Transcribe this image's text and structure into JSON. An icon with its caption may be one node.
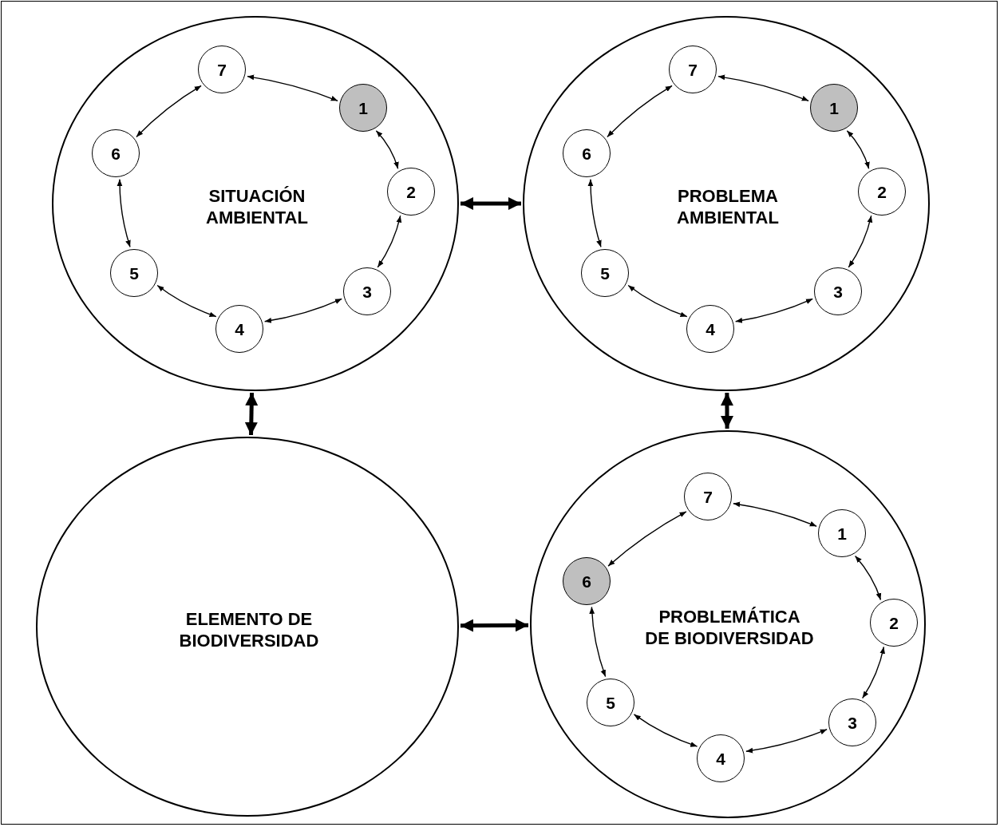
{
  "diagram": {
    "nodes": [
      {
        "text": [
          "SITUACIÓN AMBIENTAL"
        ]
      },
      {
        "text": [
          "1"
        ],
        "in": 0
      },
      {
        "text": [
          "2"
        ],
        "in": 0
      },
      {
        "text": [
          "3"
        ],
        "in": 0
      },
      {
        "text": [
          "4"
        ],
        "in": 0
      },
      {
        "text": [
          "5"
        ],
        "in": 0
      },
      {
        "text": [
          "6"
        ],
        "in": 0
      },
      {
        "text": [
          "7"
        ],
        "in": 0
      },
      {
        "text": [
          "PROBLEMA AMBIENTAL"
        ]
      },
      {
        "text": [
          "1"
        ],
        "in": 8
      },
      {
        "text": [
          "2"
        ],
        "in": 8
      },
      {
        "text": [
          "3"
        ],
        "in": 8
      },
      {
        "text": [
          "4"
        ],
        "in": 8
      },
      {
        "text": [
          "5"
        ],
        "in": 8
      },
      {
        "text": [
          "6"
        ],
        "in": 8
      },
      {
        "text": [
          "7"
        ],
        "in": 8
      },
      {
        "text": [
          "ELEMENTO DE BIODIVERSIDAD"
        ]
      },
      {
        "text": [
          "PROBLEMÁTICA DE BIODIVERSIDAD"
        ]
      },
      {
        "text": [
          "1"
        ],
        "in": 17
      },
      {
        "text": [
          "2"
        ],
        "in": 17
      },
      {
        "text": [
          "3"
        ],
        "in": 17
      },
      {
        "text": [
          "4"
        ],
        "in": 17
      },
      {
        "text": [
          "5"
        ],
        "in": 17
      },
      {
        "text": [
          "6"
        ],
        "in": 17
      },
      {
        "text": [
          "7"
        ],
        "in": 17
      }
    ],
    "edges": [
      {
        "from": 7,
        "to": 1,
        "arrow": "both"
      },
      {
        "from": 1,
        "to": 2,
        "arrow": "both"
      },
      {
        "from": 2,
        "to": 3,
        "arrow": "both"
      },
      {
        "from": 3,
        "to": 4,
        "arrow": "both"
      },
      {
        "from": 4,
        "to": 5,
        "arrow": "both"
      },
      {
        "from": 5,
        "to": 6,
        "arrow": "both"
      },
      {
        "from": 6,
        "to": 7,
        "arrow": "both"
      },
      {
        "from": 15,
        "to": 9,
        "arrow": "both"
      },
      {
        "from": 9,
        "to": 10,
        "arrow": "both"
      },
      {
        "from": 10,
        "to": 11,
        "arrow": "both"
      },
      {
        "from": 11,
        "to": 12,
        "arrow": "both"
      },
      {
        "from": 12,
        "to": 13,
        "arrow": "both"
      },
      {
        "from": 13,
        "to": 14,
        "arrow": "both"
      },
      {
        "from": 14,
        "to": 15,
        "arrow": "both"
      },
      {
        "from": 24,
        "to": 18,
        "arrow": "both"
      },
      {
        "from": 18,
        "to": 19,
        "arrow": "both"
      },
      {
        "from": 19,
        "to": 20,
        "arrow": "both"
      },
      {
        "from": 20,
        "to": 21,
        "arrow": "both"
      },
      {
        "from": 21,
        "to": 22,
        "arrow": "both"
      },
      {
        "from": 22,
        "to": 23,
        "arrow": "both"
      },
      {
        "from": 23,
        "to": 24,
        "arrow": "both"
      },
      {
        "from": 0,
        "to": 8,
        "arrow": "both",
        "style": "thick"
      },
      {
        "from": 0,
        "to": 16,
        "arrow": "both",
        "style": "thick"
      },
      {
        "from": 8,
        "to": 17,
        "arrow": "both",
        "style": "thick"
      },
      {
        "from": 16,
        "to": 17,
        "arrow": "both",
        "style": "thick"
      }
    ]
  }
}
